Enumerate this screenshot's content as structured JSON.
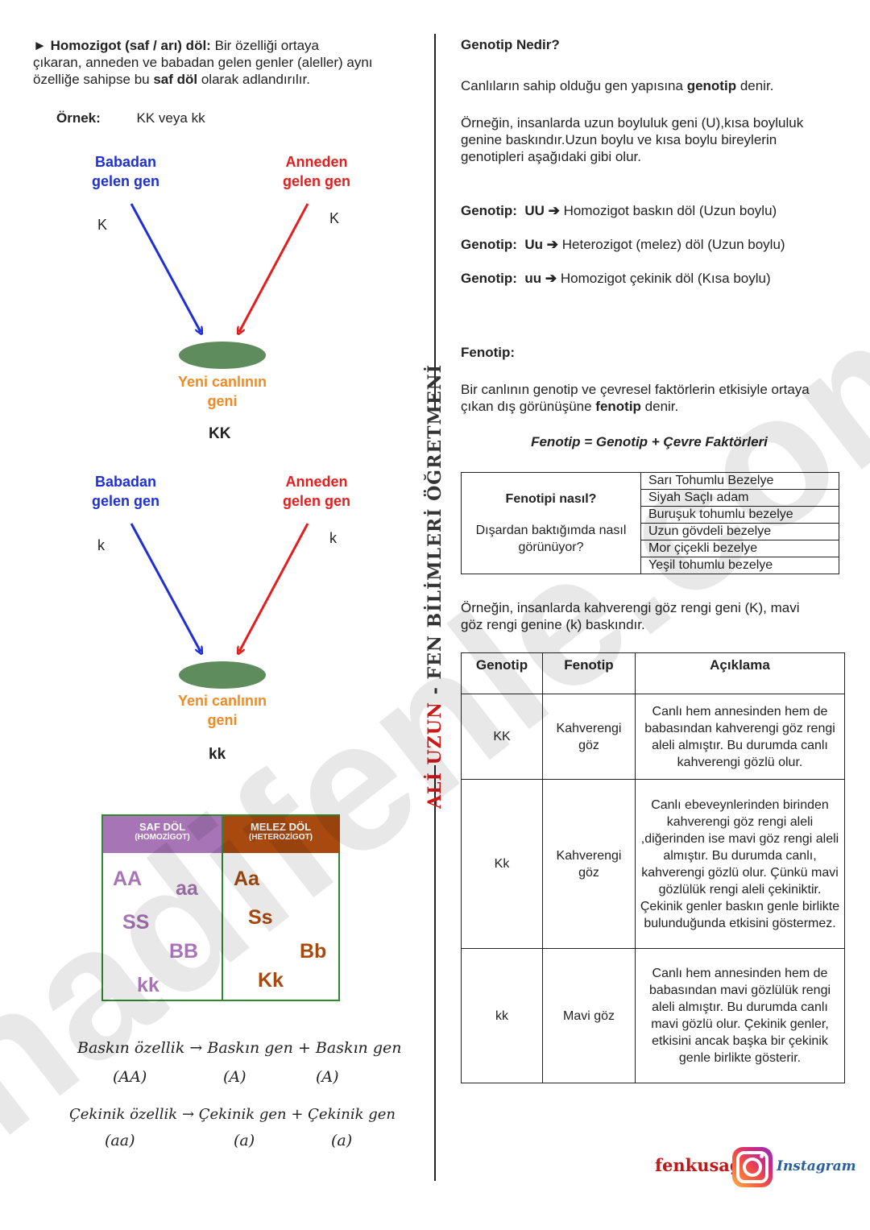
{
  "left": {
    "intro": {
      "bullet": "►",
      "term": "Homozigot (saf / arı) döl:",
      "text1": " Bir özelliği ortaya",
      "line2": "çıkaran, anneden ve babadan gelen genler (aleller) aynı",
      "line3_pre": "özelliğe sahipse bu ",
      "line3_bold": "saf döl",
      "line3_post": " olarak adlandırılır."
    },
    "example_label": "Örnek:",
    "example_value": "KK  veya  kk",
    "diagram1": {
      "father_label_1": "Babadan",
      "father_label_2": "gelen gen",
      "mother_label_1": "Anneden",
      "mother_label_2": "gelen gen",
      "father_allele": "K",
      "mother_allele": "K",
      "offspring_1": "Yeni canlının",
      "offspring_2": "geni",
      "result": "KK"
    },
    "diagram2": {
      "father_label_1": "Babadan",
      "father_label_2": "gelen gen",
      "mother_label_1": "Anneden",
      "mother_label_2": "gelen gen",
      "father_allele": "k",
      "mother_allele": "k",
      "offspring_1": "Yeni canlının",
      "offspring_2": "geni",
      "result": "kk"
    },
    "gene_box": {
      "saf_title": "SAF DÖL",
      "saf_sub": "(HOMOZİGOT)",
      "melez_title": "MELEZ DÖL",
      "melez_sub": "(HETEROZİGOT)",
      "saf": [
        "AA",
        "aa",
        "SS",
        "BB",
        "kk"
      ],
      "melez": [
        "Aa",
        "Ss",
        "Bb",
        "Kk"
      ]
    },
    "formula1": {
      "lhs": "Baskın özellik",
      "arrow": "→",
      "rhs": "Baskın  gen + Baskın  gen",
      "a": "(AA)",
      "b": "(A)",
      "c": "(A)"
    },
    "formula2": {
      "lhs": "Çekinik  özellik",
      "arrow": "→",
      "rhs": "Çekinik  gen + Çekinik  gen",
      "a": "(aa)",
      "b": "(a)",
      "c": "(a)"
    }
  },
  "divider_signature": {
    "part1": "ALİ",
    "part2": "UZUN",
    "part3": " - FEN BİLİMLERİ ÖĞRETMENİ"
  },
  "watermark": "hadifenle.com",
  "right": {
    "genotip_title": "Genotip Nedir?",
    "genotip_def_pre": "Canlıların sahip olduğu gen yapısına ",
    "genotip_def_bold": "genotip",
    "genotip_def_post": " denir.",
    "example_lines": [
      "Örneğin, insanlarda uzun boyluluk geni (U),kısa boyluluk",
      "genine baskındır.Uzun boylu ve kısa boylu bireylerin",
      "genotipleri aşağıdaki gibi olur."
    ],
    "genotypes": [
      {
        "label": "Genotip:",
        "code": "UU",
        "arrow": "➔",
        "desc": "Homozigot baskın döl (Uzun boylu)"
      },
      {
        "label": "Genotip:",
        "code": "Uu",
        "arrow": "➔",
        "desc": "Heterozigot (melez) döl (Uzun boylu)"
      },
      {
        "label": "Genotip:",
        "code": "uu",
        "arrow": "➔",
        "desc": "Homozigot çekinik döl  (Kısa boylu)"
      }
    ],
    "fenotip_title": "Fenotip:",
    "fenotip_def_line1": "Bir canlının genotip ve çevresel faktörlerin etkisiyle ortaya",
    "fenotip_def_line2_pre": "çıkan dış görünüşüne ",
    "fenotip_def_line2_bold": "fenotip",
    "fenotip_def_line2_post": " denir.",
    "fenotip_formula": "Fenotip = Genotip + Çevre Faktörleri",
    "fenotip_table": {
      "lead_q": "Fenotipi nasıl?",
      "lead_desc": "Dışardan baktığımda nasıl görünüyor?",
      "items": [
        "Sarı Tohumlu Bezelye",
        "Siyah Saçlı adam",
        "Buruşuk tohumlu bezelye",
        "Uzun gövdeli bezelye",
        "Mor çiçekli bezelye",
        "Yeşil tohumlu bezelye"
      ]
    },
    "eye_intro_1": "Örneğin, insanlarda kahverengi göz rengi geni (K),  mavi",
    "eye_intro_2": "göz rengi genine (k) baskındır.",
    "eye_table": {
      "headers": [
        "Genotip",
        "Fenotip",
        "Açıklama"
      ],
      "rows": [
        {
          "genotip": "KK",
          "fenotip": "Kahverengi göz",
          "aciklama": "Canlı hem annesinden hem de babasından kahverengi göz rengi aleli almıştır. Bu durumda canlı kahverengi gözlü olur."
        },
        {
          "genotip": "Kk",
          "fenotip": "Kahverengi göz",
          "aciklama": "Canlı ebeveynlerinden birinden kahverengi göz rengi aleli ,diğerinden ise mavi göz rengi aleli almıştır. Bu durumda canlı, kahverengi gözlü olur. Çünkü mavi gözlülük rengi aleli çekiniktir. Çekinik genler baskın genle birlikte bulunduğunda etkisini göstermez."
        },
        {
          "genotip": "kk",
          "fenotip": "Mavi göz",
          "aciklama": "Canlı hem annesinden hem de babasından mavi gözlülük rengi aleli almıştır. Bu durumda canlı mavi gözlü olur. Çekinik genler, etkisini ancak başka bir çekinik genle birlikte gösterir."
        }
      ]
    },
    "footer_brand": "fenkusagi",
    "footer_instagram": "Instagram"
  }
}
